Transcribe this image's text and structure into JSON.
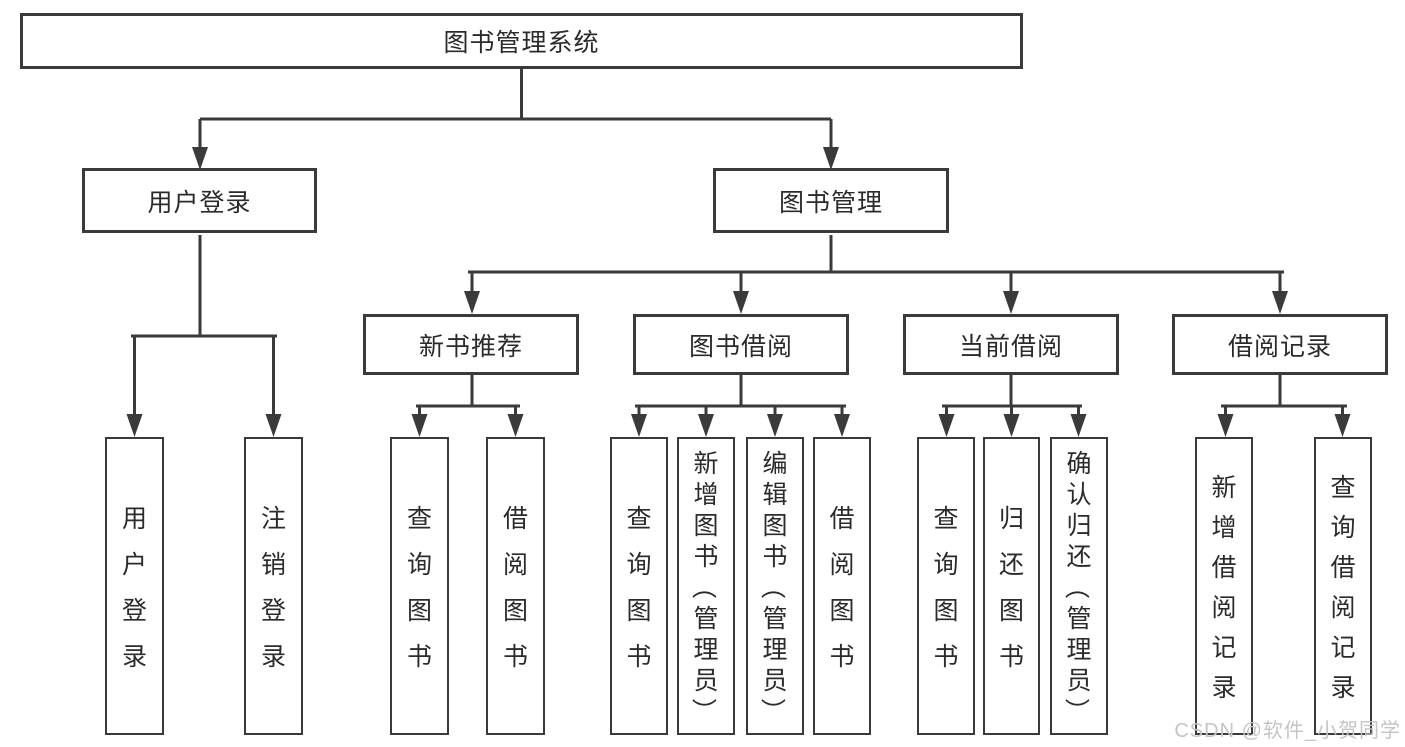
{
  "colors": {
    "line": "#3a3a3a",
    "text": "#2b2b2b",
    "watermark": "#c5c5c5",
    "box_bg": "#ffffff",
    "background": "#ffffff"
  },
  "watermark": {
    "text": "CSDN @软件_小贺同学"
  },
  "tree": {
    "root": {
      "label": "图书管理系统"
    },
    "level2": [
      {
        "label": "用户登录"
      },
      {
        "label": "图书管理"
      }
    ],
    "level3": [
      {
        "label": "新书推荐"
      },
      {
        "label": "图书借阅"
      },
      {
        "label": "当前借阅"
      },
      {
        "label": "借阅记录"
      }
    ],
    "leaves": {
      "user_login": [
        {
          "label": "用户登录"
        },
        {
          "label": "注销登录"
        }
      ],
      "new_book_recommend": [
        {
          "label": "查询图书"
        },
        {
          "label": "借阅图书"
        }
      ],
      "book_borrow": [
        {
          "label": "查询图书"
        },
        {
          "label": "新增图书（管理员）"
        },
        {
          "label": "编辑图书（管理员）"
        },
        {
          "label": "借阅图书"
        }
      ],
      "current_borrow": [
        {
          "label": "查询图书"
        },
        {
          "label": "归还图书"
        },
        {
          "label": "确认归还（管理员）"
        }
      ],
      "borrow_record": [
        {
          "label": "新增借阅记录"
        },
        {
          "label": "查询借阅记录"
        }
      ]
    }
  }
}
